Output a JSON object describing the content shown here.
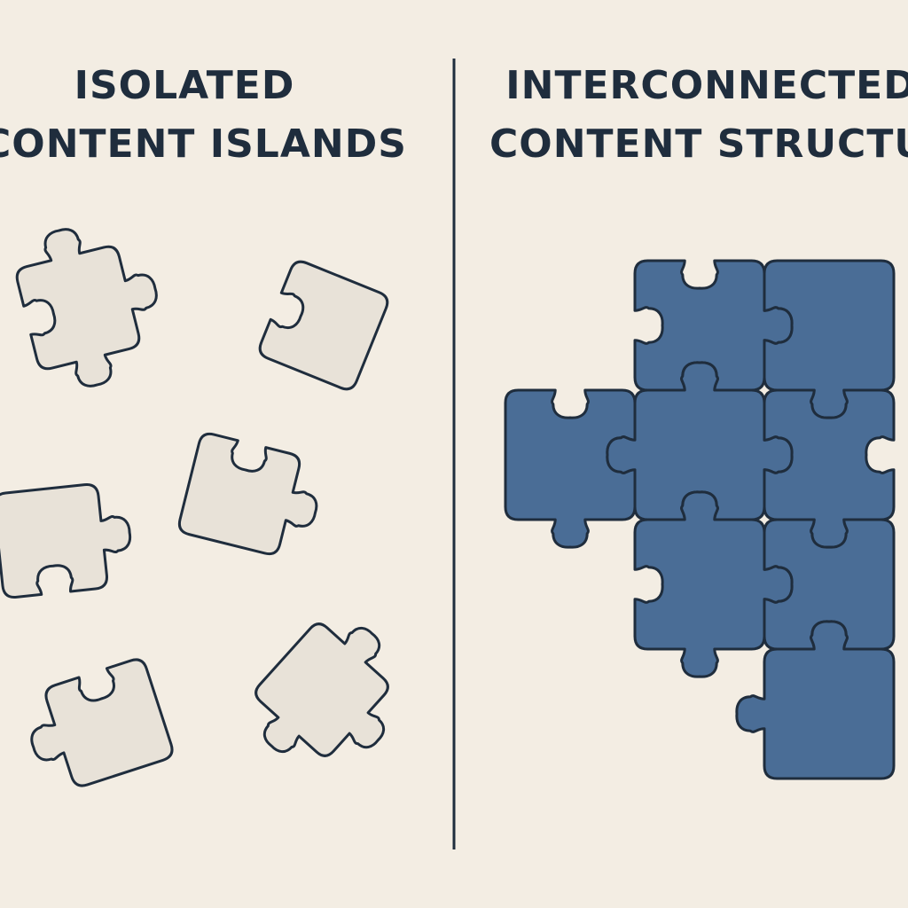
{
  "colors": {
    "background": "#f3ede3",
    "ink": "#1f2d3d",
    "isolated_fill": "#e8e2d8",
    "connected_fill": "#4a6d96",
    "divider": "#1f2d3d"
  },
  "left_panel": {
    "heading_line1": "ISOLATED",
    "heading_line2": "CONTENT ISLANDS"
  },
  "right_panel": {
    "heading_line1": "INTERCONNECTED",
    "heading_line2": "CONTENT STRUCTURE"
  },
  "icons": {
    "isolated_piece": "puzzle-piece-icon",
    "connected_piece": "puzzle-piece-icon"
  }
}
